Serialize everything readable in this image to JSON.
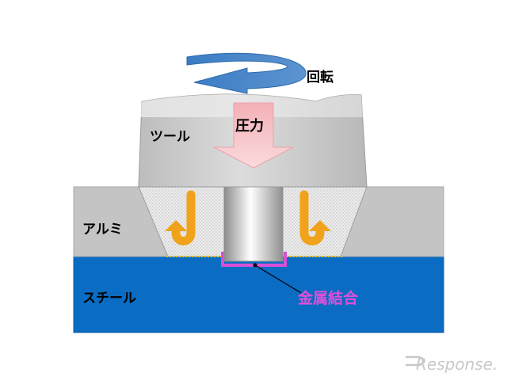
{
  "labels": {
    "rotation": "回転",
    "tool": "ツール",
    "pressure": "圧力",
    "aluminum": "アルミ",
    "steel": "スチール",
    "metal_bond": "金属結合"
  },
  "watermark": {
    "text": "Response."
  },
  "colors": {
    "steel": "#0a6cc2",
    "aluminum": "#c4c4c4",
    "tool": "#c9c9c9",
    "rotation_arrow": "#3f7ec2",
    "pressure_arrow": "#f6bcc0",
    "flow_arrows": "#f0a21a",
    "metal_bond": "#d94fd6",
    "label_text": "#000000",
    "metal_bond_text": "#e04fd9"
  }
}
